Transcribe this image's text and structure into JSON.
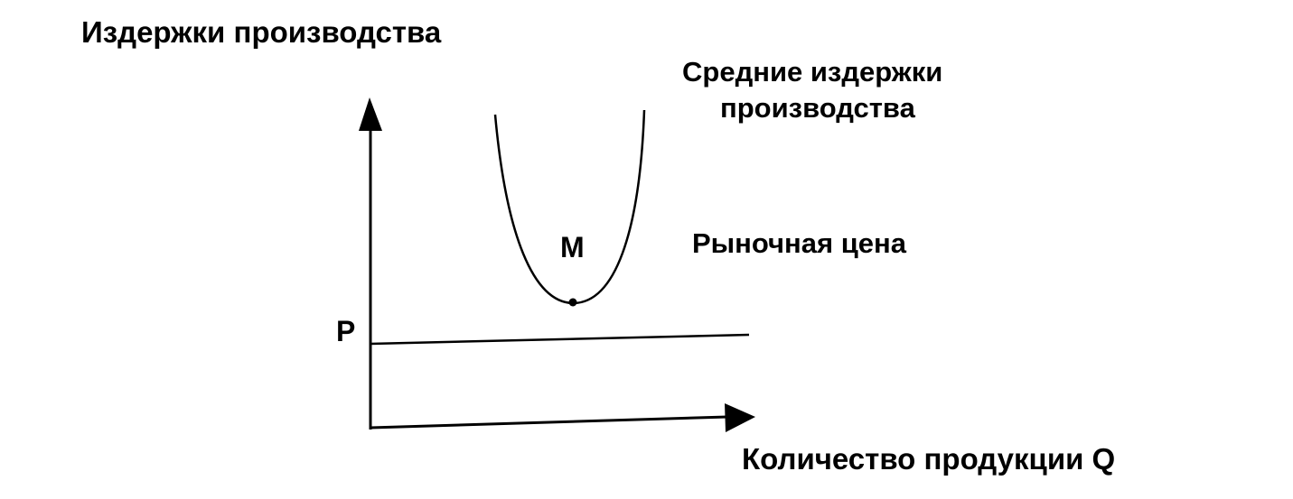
{
  "diagram": {
    "y_axis_label": "Издержки производства",
    "x_axis_label": "Количество продукции Q",
    "curve_label_line1": "Средние издержки",
    "curve_label_line2": "производства",
    "price_line_label": "Рыночная цена",
    "point_label": "M",
    "price_tick_label": "P"
  },
  "colors": {
    "ink": "#000000",
    "background": "#ffffff"
  }
}
